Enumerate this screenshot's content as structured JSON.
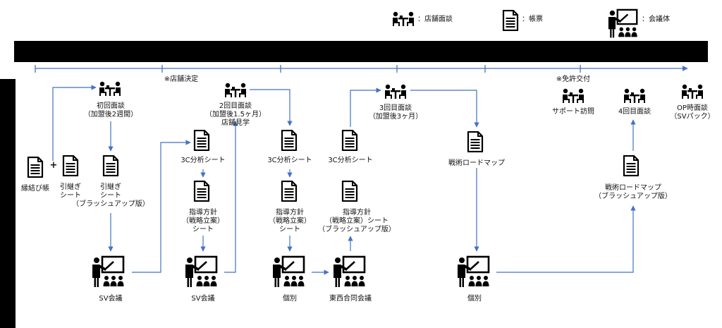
{
  "legend": {
    "meeting": "：店舗面談",
    "form": "：帳票",
    "conference": "：会議体"
  },
  "top_notes": {
    "store_decision": "※店舗決定",
    "license": "※免許交付"
  },
  "plus_sign": "+",
  "nodes": {
    "first_interview": "初回面談\n（加盟後2週間）",
    "second_interview": "2回目面談\n（加盟後1.5ヶ月）\n店舗見学",
    "third_interview": "3回目面談\n（加盟後3ヶ月）",
    "support_visit": "サポート訪問",
    "fourth_interview": "4回目面談",
    "op_interview": "OP時面談\n（SVパック）",
    "engi_book": "縁結び帳",
    "handover_sheet": "引継ぎ\nシート",
    "handover_sheet_bu": "引継ぎ\nシート\n（ブラッシュアップ版）",
    "sheet_3c_a": "3C分析シート",
    "sheet_3c_b": "3C分析シート",
    "sheet_3c_c": "3C分析シート",
    "guideline_a": "指導方針\n（戦略立案）\nシート",
    "guideline_b": "指導方針\n（戦略立案）\nシート",
    "guideline_c": "指導方針\n（戦略立案）シート\n（ブラッシュアップ版）",
    "roadmap": "戦術ロードマップ",
    "roadmap_bu": "戦術ロードマップ\n（ブラッシュアップ版）",
    "sv_meeting_a": "SV会議",
    "sv_meeting_b": "SV会議",
    "individual_a": "個別",
    "east_west": "東西合同会議",
    "individual_b": "個別"
  },
  "colors": {
    "arrow": "#4472C4",
    "band": "#000000",
    "icon": "#000000"
  }
}
